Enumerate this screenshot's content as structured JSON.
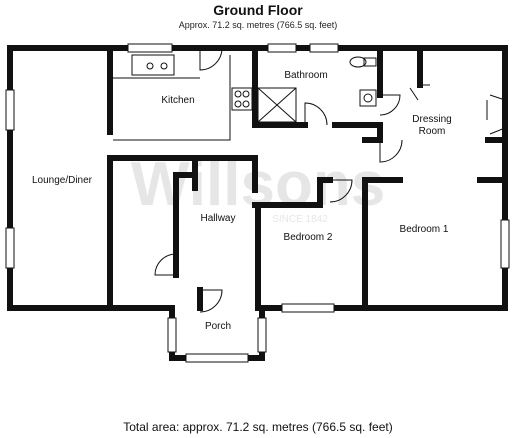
{
  "header": {
    "title": "Ground Floor",
    "subtitle": "Approx. 71.2 sq. metres (766.5 sq. feet)"
  },
  "watermark": {
    "brand": "Willsons",
    "since": "SINCE 1842"
  },
  "rooms": {
    "lounge": "Lounge/Diner",
    "kitchen": "Kitchen",
    "bathroom": "Bathroom",
    "dressing_line1": "Dressing",
    "dressing_line2": "Room",
    "hallway": "Hallway",
    "bedroom2": "Bedroom 2",
    "bedroom1": "Bedroom 1",
    "porch": "Porch"
  },
  "footer": {
    "total": "Total area: approx. 71.2 sq. metres (766.5 sq. feet)"
  },
  "colors": {
    "wall": "#111111",
    "background": "#ffffff",
    "window": "#ffffff",
    "watermark": "#e6e6e6"
  }
}
